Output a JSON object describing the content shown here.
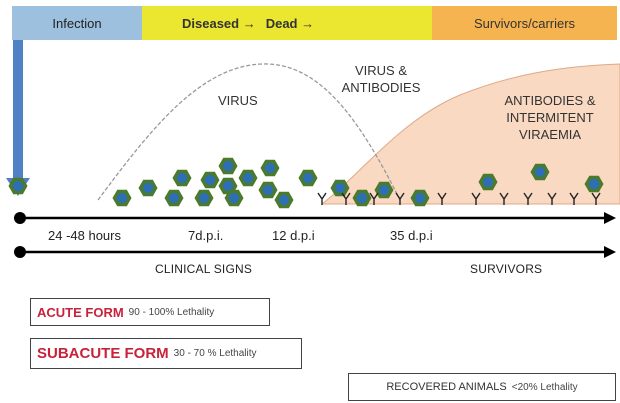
{
  "phases": {
    "infection": "Infection",
    "diseased": "Diseased →",
    "dead": "Dead →",
    "survivors": "Survivors/carriers"
  },
  "regions": {
    "virus": "VIRUS",
    "virus_antibodies_1": "VIRUS &",
    "virus_antibodies_2": "ANTIBODIES",
    "antibodies_1": "ANTIBODIES &",
    "antibodies_2": "INTERMITENT",
    "antibodies_3": "VIRAEMIA"
  },
  "timeline": {
    "ticks": [
      "24 -48 hours",
      "7d.p.i.",
      "12 d.p.i",
      "35 d.p.i"
    ]
  },
  "phase_labels": {
    "clinical_signs": "CLINICAL SIGNS",
    "survivors": "SURVIVORS"
  },
  "forms": {
    "acute": {
      "name": "ACUTE FORM",
      "lethality": "90 - 100% Lethality"
    },
    "subacute": {
      "name": "SUBACUTE FORM",
      "lethality": "30 - 70 % Lethality"
    },
    "recovered": {
      "name": "RECOVERED ANIMALS",
      "lethality": "<20% Lethality"
    }
  },
  "colors": {
    "virus_particle_outer": "#4a7a2a",
    "virus_particle_inner": "#2e6fb3",
    "antibody_area": "#f9d9c2",
    "arrow": "#4e82c4"
  }
}
